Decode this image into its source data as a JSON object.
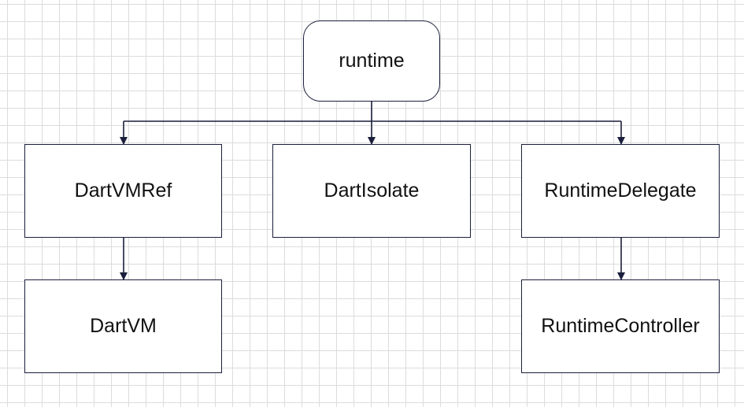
{
  "nodes": {
    "runtime": "runtime",
    "dartvmref": "DartVMRef",
    "dartisolate": "DartIsolate",
    "runtimedelegate": "RuntimeDelegate",
    "dartvm": "DartVM",
    "runtimecontroller": "RuntimeController"
  },
  "edges": [
    {
      "from": "runtime",
      "to": "DartVMRef"
    },
    {
      "from": "runtime",
      "to": "DartIsolate"
    },
    {
      "from": "runtime",
      "to": "RuntimeDelegate"
    },
    {
      "from": "DartVMRef",
      "to": "DartVM"
    },
    {
      "from": "RuntimeDelegate",
      "to": "RuntimeController"
    }
  ],
  "colors": {
    "stroke": "#1b1f3b",
    "grid": "#dcdcdc",
    "text": "#111111"
  }
}
